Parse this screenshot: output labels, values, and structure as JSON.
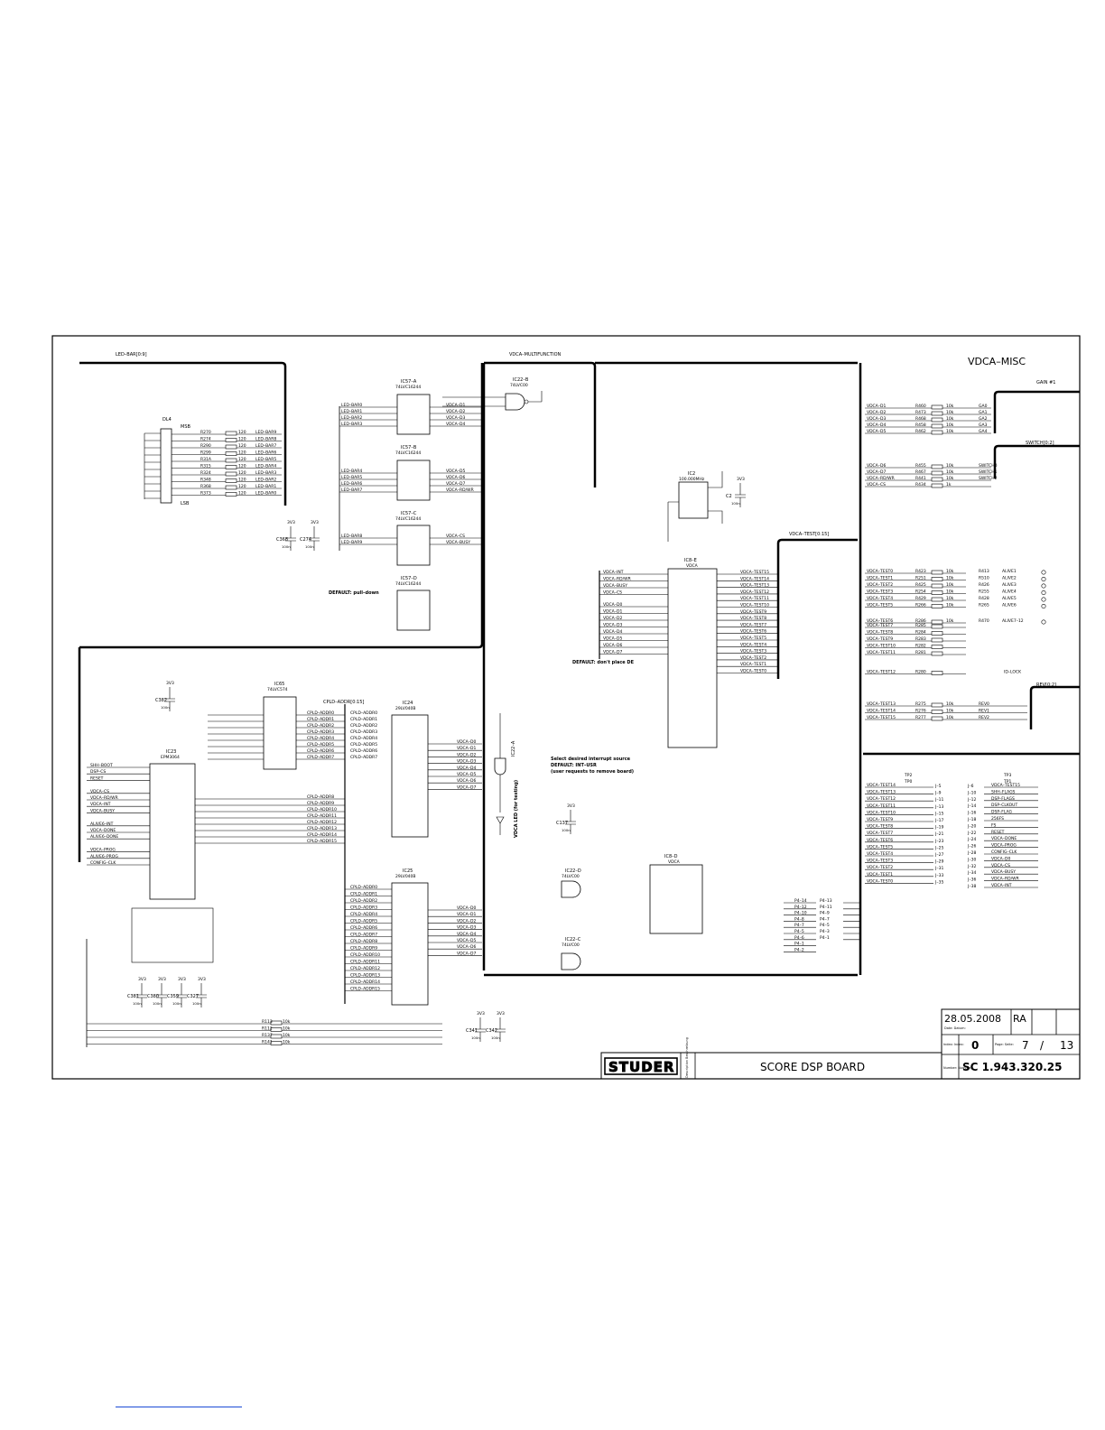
{
  "sheet_title": "VDCA–MISC",
  "bus_labels": {
    "led_bar": "LED–BAR[0:9]",
    "vdca_multifunction": "VDCA–MULTIFUNCTION",
    "vdca_test": "VDCA–TEST[0:15]",
    "cpld_addr": "CPLD–ADDR[0:15]",
    "gain": "GAIN #1",
    "switch": "SWITCH[0:2]",
    "rev": "REV[0:2]"
  },
  "ics": {
    "ic57a": {
      "ref": "IC57–A",
      "part": "74LVC16244"
    },
    "ic57b": {
      "ref": "IC57–B",
      "part": "74LVC16244"
    },
    "ic57c": {
      "ref": "IC57–C",
      "part": "74LVC16244"
    },
    "ic57d": {
      "ref": "IC57–D",
      "part": "74LVC16244"
    },
    "ic22b": {
      "ref": "IC22–B",
      "part": "74LVC00"
    },
    "ic2": {
      "ref": "IC2",
      "part": "100.000MHz"
    },
    "ic8e": {
      "ref": "IC8–E",
      "part": "VDCA"
    },
    "ic65": {
      "ref": "IC65",
      "part": "74LVC574"
    },
    "ic23": {
      "ref": "IC23",
      "part": "EPM3064"
    },
    "ic24": {
      "ref": "IC24",
      "part": "29LV040B"
    },
    "ic25": {
      "ref": "IC25",
      "part": "29LV040B"
    },
    "ic22d": {
      "ref": "IC22–D",
      "part": "74LVC00"
    },
    "ic22c": {
      "ref": "IC22–C",
      "part": "74LVC00"
    },
    "ic8d": {
      "ref": "IC8–D",
      "part": "VDCA"
    },
    "ic22a": {
      "ref": "IC22–A",
      "part": ""
    }
  },
  "led_bar": {
    "ref": "DL4",
    "msb": "MSB",
    "lsb": "LSB",
    "resistors": [
      {
        "ref": "R270",
        "value": "120",
        "net": "LED–BAR9"
      },
      {
        "ref": "R274",
        "value": "120",
        "net": "LED–BAR8"
      },
      {
        "ref": "R290",
        "value": "120",
        "net": "LED–BAR7"
      },
      {
        "ref": "R299",
        "value": "120",
        "net": "LED–BAR6"
      },
      {
        "ref": "R31A",
        "value": "120",
        "net": "LED–BAR5"
      },
      {
        "ref": "R315",
        "value": "120",
        "net": "LED–BAR4"
      },
      {
        "ref": "R324",
        "value": "120",
        "net": "LED–BAR3"
      },
      {
        "ref": "R348",
        "value": "120",
        "net": "LED–BAR2"
      },
      {
        "ref": "R368",
        "value": "120",
        "net": "LED–BAR1"
      },
      {
        "ref": "R373",
        "value": "120",
        "net": "LED–BAR0"
      }
    ]
  },
  "buffer_inputs_a": [
    "LED–BAR0",
    "LED–BAR1",
    "LED–BAR2",
    "LED–BAR3"
  ],
  "buffer_outputs_a": [
    "VDCA–D1",
    "VDCA–D2",
    "VDCA–D3",
    "VDCA–D4"
  ],
  "buffer_inputs_b": [
    "LED–BAR4",
    "LED–BAR5",
    "LED–BAR6",
    "LED–BAR7"
  ],
  "buffer_outputs_b": [
    "VDCA–D5",
    "VDCA–D6",
    "VDCA–D7",
    "VDCA–RD/WR"
  ],
  "buffer_inputs_c": [
    "LED–BAR8",
    "LED–BAR9"
  ],
  "buffer_outputs_c": [
    "VDCA–CS",
    "VDCA–BUSY"
  ],
  "default_pulldown": "DEFAULT: pull–down",
  "default_dont_place": "DEFAULT: don't place DE",
  "select_interrupt": "Select desired interrupt source",
  "default_int_usr": "DEFAULT: INT–USR",
  "user_request": "(user requests to remove board)",
  "vdca_led_label": "VDCA LED (for testing)",
  "gain_nets": [
    {
      "net": "VDCA–D1",
      "ref": "R460",
      "value": "10k",
      "out": "GA0"
    },
    {
      "net": "VDCA–D2",
      "ref": "R473",
      "value": "10k",
      "out": "GA1"
    },
    {
      "net": "VDCA–D3",
      "ref": "R468",
      "value": "10k",
      "out": "GA2"
    },
    {
      "net": "VDCA–D4",
      "ref": "R458",
      "value": "10k",
      "out": "GA3"
    },
    {
      "net": "VDCA–D5",
      "ref": "R462",
      "value": "10k",
      "out": "GA4"
    }
  ],
  "switch_nets": [
    {
      "net": "VDCA–D6",
      "ref": "R455",
      "value": "10k",
      "out": "SWITCH0"
    },
    {
      "net": "VDCA–D7",
      "ref": "R467",
      "value": "10k",
      "out": "SWITCH1"
    },
    {
      "net": "VDCA–RD/WR",
      "ref": "R441",
      "value": "10k",
      "out": "SWITCH2"
    },
    {
      "net": "VDCA–CS",
      "ref": "R434",
      "value": "1k",
      "out": ""
    }
  ],
  "vdca_test_nets": [
    {
      "net": "VDCA–TEST0",
      "ref": "R423",
      "value": "10k",
      "ref2": "R413",
      "out": "ALIVE1"
    },
    {
      "net": "VDCA–TEST1",
      "ref": "R251",
      "value": "10k",
      "ref2": "R510",
      "out": "ALIVE2"
    },
    {
      "net": "VDCA–TEST2",
      "ref": "R425",
      "value": "10k",
      "ref2": "R426",
      "out": "ALIVE3"
    },
    {
      "net": "VDCA–TEST3",
      "ref": "R254",
      "value": "10k",
      "ref2": "R255",
      "out": "ALIVE4"
    },
    {
      "net": "VDCA–TEST4",
      "ref": "R429",
      "value": "10k",
      "ref2": "R428",
      "out": "ALIVE5"
    },
    {
      "net": "VDCA–TEST5",
      "ref": "R266",
      "value": "10k",
      "ref2": "R265",
      "out": "ALIVE6"
    },
    {
      "net": "VDCA–TEST6",
      "ref": "R286",
      "value": "10k",
      "ref2": "R470",
      "out": "ALIVE7–12"
    }
  ],
  "vdca_test_more": [
    {
      "net": "VDCA–TEST7",
      "ref": "R285"
    },
    {
      "net": "VDCA–TEST8",
      "ref": "R284"
    },
    {
      "net": "VDCA–TEST9",
      "ref": "R283"
    },
    {
      "net": "VDCA–TEST10",
      "ref": "R282"
    },
    {
      "net": "VDCA–TEST11",
      "ref": "R281"
    },
    {
      "net": "VDCA–TEST12",
      "ref": "R280",
      "out": "ID–LOCK"
    }
  ],
  "rev_nets": [
    {
      "net": "VDCA–TEST13",
      "ref": "R275",
      "value": "10k",
      "out": "REV0"
    },
    {
      "net": "VDCA–TEST14",
      "ref": "R276",
      "value": "10k",
      "out": "REV1"
    },
    {
      "net": "VDCA–TEST15",
      "ref": "R277",
      "value": "10k",
      "out": "REV2"
    }
  ],
  "vdca_e_pins_left": [
    "VDCA–INT",
    "VDCA–RD/WR",
    "VDCA–BUSY",
    "VDCA–CS",
    "VDCA–D0",
    "VDCA–D1",
    "VDCA–D2",
    "VDCA–D3",
    "VDCA–D4",
    "VDCA–D5",
    "VDCA–D6",
    "VDCA–D7"
  ],
  "vdca_e_pins_right": [
    "VDCA–TEST15",
    "VDCA–TEST14",
    "VDCA–TEST13",
    "VDCA–TEST12",
    "VDCA–TEST11",
    "VDCA–TEST10",
    "VDCA–TEST9",
    "VDCA–TEST8",
    "VDCA–TEST7",
    "VDCA–TEST6",
    "VDCA–TEST5",
    "VDCA–TEST4",
    "VDCA–TEST3",
    "VDCA–TEST2",
    "VDCA–TEST1",
    "VDCA–TEST0"
  ],
  "cpld_nets": [
    "CPLD–ADDR0",
    "CPLD–ADDR1",
    "CPLD–ADDR2",
    "CPLD–ADDR3",
    "CPLD–ADDR4",
    "CPLD–ADDR5",
    "CPLD–ADDR6",
    "CPLD–ADDR7"
  ],
  "cpld_nets_upper": [
    "CPLD–ADDR8",
    "CPLD–ADDR9",
    "CPLD–ADDR10",
    "CPLD–ADDR11",
    "CPLD–ADDR12",
    "CPLD–ADDR13",
    "CPLD–ADDR14",
    "CPLD–ADDR15"
  ],
  "flash_data": [
    "VDCA–D0",
    "VDCA–D1",
    "VDCA–D2",
    "VDCA–D3",
    "VDCA–D4",
    "VDCA–D5",
    "VDCA–D6",
    "VDCA–D7"
  ],
  "ic23_left_nets": [
    "SHH–BOOT",
    "DSP–CS",
    "RESET",
    "",
    "VDCA–CS",
    "VDCA–RD/WR",
    "VDCA–INT",
    "VDCA–BUSY",
    "",
    "ALIVE6–INT",
    "VDCA–DONE",
    "ALIVE6–DONE",
    "",
    "VDCA–PROG",
    "ALIVE6–PROG",
    "CONFIG–CLK"
  ],
  "connector_left": [
    {
      "net": "VDCA–TEST14",
      "pin": "J–5"
    },
    {
      "net": "VDCA–TEST13",
      "pin": "J–9"
    },
    {
      "net": "VDCA–TEST12",
      "pin": "J–11"
    },
    {
      "net": "VDCA–TEST11",
      "pin": "J–13"
    },
    {
      "net": "VDCA–TEST10",
      "pin": "J–15"
    },
    {
      "net": "VDCA–TEST9",
      "pin": "J–17"
    },
    {
      "net": "VDCA–TEST8",
      "pin": "J–19"
    },
    {
      "net": "VDCA–TEST7",
      "pin": "J–21"
    },
    {
      "net": "VDCA–TEST6",
      "pin": "J–23"
    },
    {
      "net": "VDCA–TEST5",
      "pin": "J–25"
    },
    {
      "net": "VDCA–TEST4",
      "pin": "J–27"
    },
    {
      "net": "VDCA–TEST3",
      "pin": "J–29"
    },
    {
      "net": "VDCA–TEST2",
      "pin": "J–31"
    },
    {
      "net": "VDCA–TEST1",
      "pin": "J–33"
    },
    {
      "net": "VDCA–TEST0",
      "pin": "J–35"
    }
  ],
  "connector_right": [
    {
      "pin": "J–6",
      "net": "VDCA–TEST15"
    },
    {
      "pin": "J–10",
      "net": "SHH–FLAGS"
    },
    {
      "pin": "J–12",
      "net": "DSP–FLAGS"
    },
    {
      "pin": "J–14",
      "net": "DSP–CLKOUT"
    },
    {
      "pin": "J–16",
      "net": "DSP–FLAG"
    },
    {
      "pin": "J–18",
      "net": "256FS"
    },
    {
      "pin": "J–20",
      "net": "FS"
    },
    {
      "pin": "J–22",
      "net": "RESET"
    },
    {
      "pin": "J–24",
      "net": "VDCA–DONE"
    },
    {
      "pin": "J–26",
      "net": "VDCA–PROG"
    },
    {
      "pin": "J–28",
      "net": "CONFIG–CLK"
    },
    {
      "pin": "J–30",
      "net": "VDCA–D0"
    },
    {
      "pin": "J–32",
      "net": "VDCA–CS"
    },
    {
      "pin": "J–34",
      "net": "VDCA–BUSY"
    },
    {
      "pin": "J–36",
      "net": "VDCA–RD/WR"
    },
    {
      "pin": "J–38",
      "net": "VDCA–INT"
    }
  ],
  "testpoints": [
    "TP0",
    "TP1",
    "TP2",
    "TP3"
  ],
  "power_3v3": "3V3",
  "caps": [
    {
      "ref": "C368",
      "value": "100n"
    },
    {
      "ref": "C274",
      "value": "100n"
    },
    {
      "ref": "C382",
      "value": "100n"
    },
    {
      "ref": "C381",
      "value": "100n"
    },
    {
      "ref": "C380",
      "value": "100n"
    },
    {
      "ref": "C359",
      "value": "100n"
    },
    {
      "ref": "C327",
      "value": "100n"
    },
    {
      "ref": "C137",
      "value": "100n"
    },
    {
      "ref": "C2",
      "value": "100n"
    },
    {
      "ref": "C341",
      "value": "100n"
    },
    {
      "ref": "C342",
      "value": "100n"
    }
  ],
  "bottom_resistors": [
    {
      "ref": "R113",
      "value": "10k"
    },
    {
      "ref": "R112",
      "value": "10k"
    },
    {
      "ref": "R137",
      "value": "10k"
    },
    {
      "ref": "R141",
      "value": "10k"
    }
  ],
  "p4_labels": [
    "P4–14",
    "P4–12",
    "P4–10",
    "P4–8",
    "P4–7",
    "P4–5",
    "P4–6",
    "P4–1",
    "P4–2"
  ],
  "p4_labels_right": [
    "P4–13",
    "P4–11",
    "P4–9",
    "P4–7",
    "P4–5",
    "P4–3",
    "P4–1"
  ],
  "title_block": {
    "date": "28.05.2008",
    "initials": "RA",
    "date_label": "Date: Datum:",
    "index_label": "Index: Index:",
    "index": "0",
    "page_label": "Page: Seite:",
    "page": "7",
    "page_sep": "/",
    "pages": "13",
    "logo": "STUDER",
    "description_label": "Description Beschreibung",
    "description": "SCORE DSP BOARD",
    "number_label": "Number: Nummer:",
    "number": "SC  1.943.320.25"
  },
  "colors": {
    "line": "#000000",
    "paper": "#ffffff",
    "link": "#1a4bd6"
  }
}
